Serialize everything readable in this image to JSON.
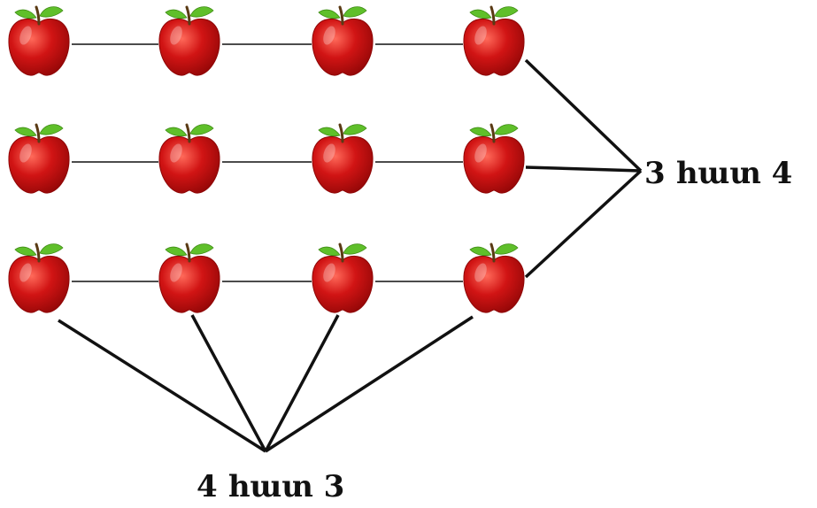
{
  "diagram": {
    "rows": 3,
    "columns": 4,
    "item_icon": "apple-icon",
    "colors": {
      "apple": "#d11414",
      "apple_dark": "#8e0606",
      "leaf": "#5fbf2a",
      "stem": "#5a3a14",
      "line": "#111111"
    },
    "label_rows": "3  հատ 4",
    "label_columns": "4 հատ 3"
  }
}
